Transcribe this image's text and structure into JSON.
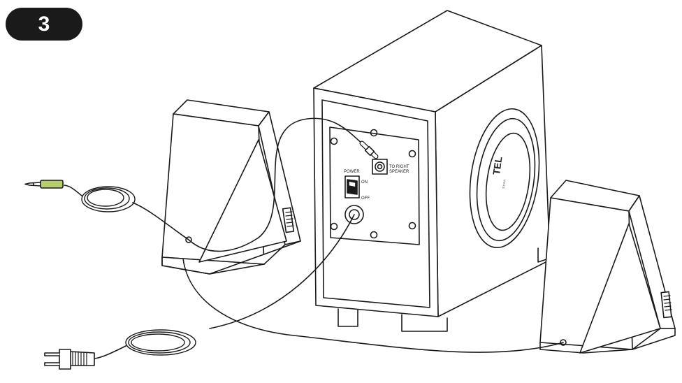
{
  "step": {
    "number": "3"
  },
  "subwoofer": {
    "panel": {
      "power_label": "POWER",
      "on_label": "ON",
      "off_label": "OFF",
      "right_jack_label_line1": "TO RIGHT",
      "right_jack_label_line2": "SPEAKER"
    },
    "brand_mark": "TEL",
    "brand_sub": "S I G N"
  },
  "colors": {
    "line": "#1a1a1a",
    "jack_tip": "#b7cf6a",
    "badge": "#1a1a1a",
    "paper": "#ffffff"
  }
}
